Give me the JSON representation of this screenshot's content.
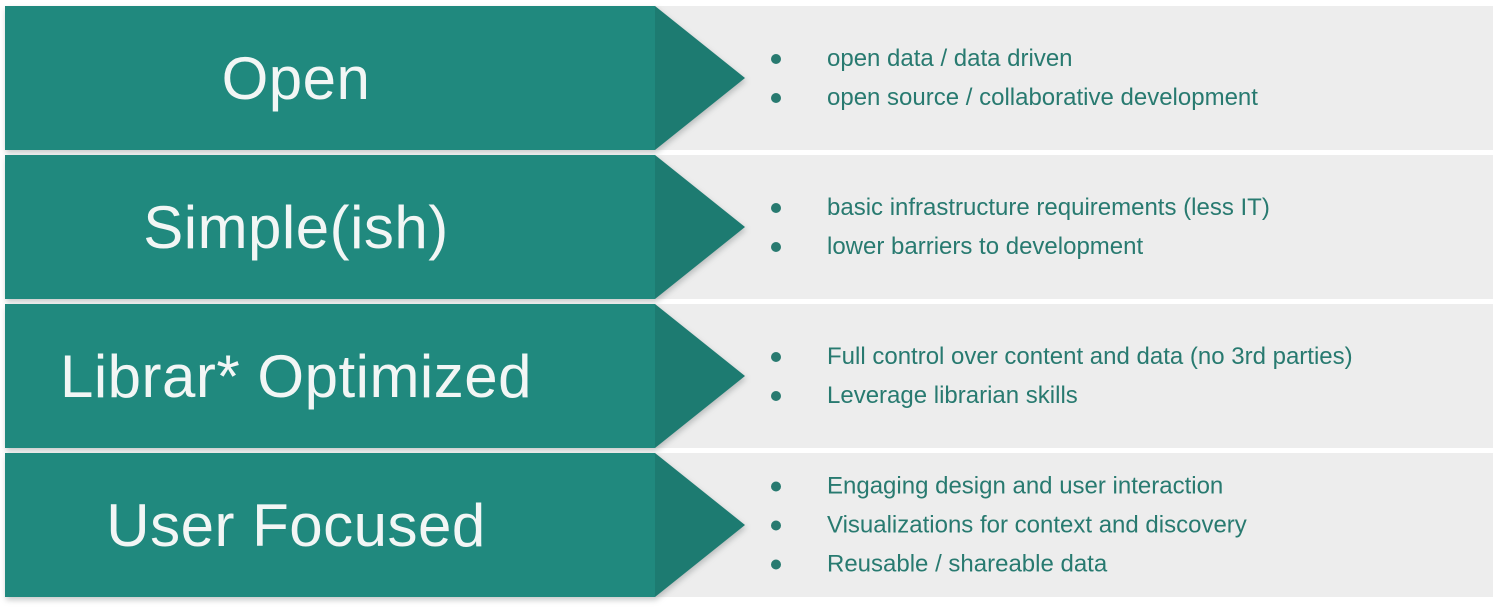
{
  "slide": {
    "colors": {
      "page_background": "#ffffff",
      "row_strip": "#ededed",
      "arrow_body": "#20897e",
      "arrow_head": "#1d7b71",
      "title_text": "#f2f6f5",
      "bullet_text": "#287a70"
    },
    "rows": [
      {
        "title": "Open",
        "bullets": [
          "open data / data driven",
          "open source / collaborative development"
        ]
      },
      {
        "title": "Simple(ish)",
        "bullets": [
          "basic infrastructure requirements (less IT)",
          "lower barriers to development"
        ]
      },
      {
        "title": "Librar* Optimized",
        "bullets": [
          "Full control over content and data (no 3rd parties)",
          "Leverage librarian skills"
        ]
      },
      {
        "title": "User Focused",
        "bullets": [
          "Engaging design and user interaction",
          "Visualizations for context and discovery",
          "Reusable / shareable data"
        ]
      }
    ]
  }
}
